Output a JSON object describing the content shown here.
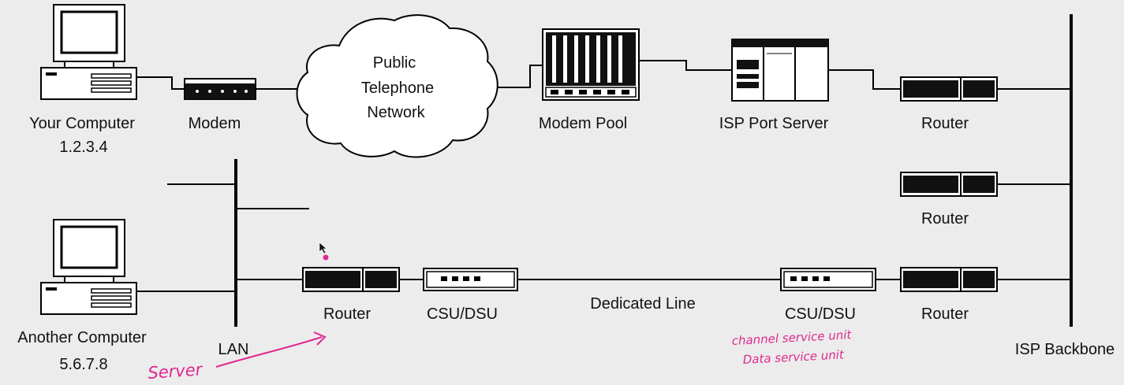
{
  "diagram": {
    "labels": {
      "your_computer": "Your Computer",
      "your_ip": "1.2.3.4",
      "modem": "Modem",
      "cloud_line1": "Public",
      "cloud_line2": "Telephone",
      "cloud_line3": "Network",
      "modem_pool": "Modem Pool",
      "isp_port_server": "ISP Port Server",
      "router_top": "Router",
      "router_middle": "Router",
      "router_bottom_right": "Router",
      "another_computer": "Another Computer",
      "another_ip": "5.6.7.8",
      "lan": "LAN",
      "router_lan": "Router",
      "csu_dsu_left": "CSU/DSU",
      "dedicated_line": "Dedicated Line",
      "csu_dsu_right": "CSU/DSU",
      "isp_backbone": "ISP Backbone"
    },
    "annotations": {
      "server": "Server",
      "csu_line1": "channel service unit",
      "csu_line2": "Data service unit"
    },
    "colors": {
      "background": "#ececec",
      "annotation": "#e0288f"
    },
    "icons": [
      "desktop-computer-icon",
      "modem-icon",
      "cloud-icon",
      "modem-pool-icon",
      "port-server-icon",
      "router-icon",
      "csu-dsu-icon",
      "mouse-cursor-icon"
    ]
  }
}
